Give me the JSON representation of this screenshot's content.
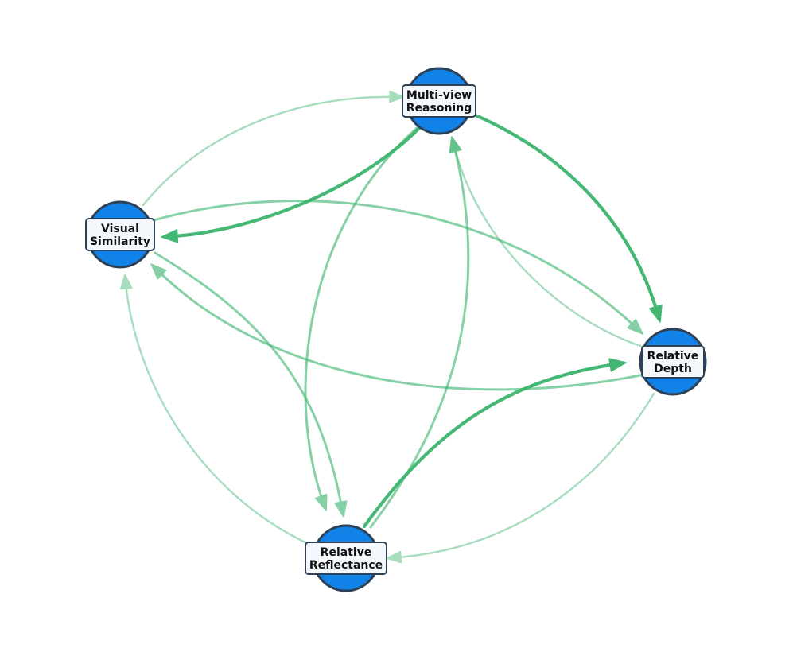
{
  "colors": {
    "node_fill": "#1183e8",
    "node_stroke": "#2c4157",
    "label_fill": "#f4f8fc",
    "edge": "#3cb46e"
  },
  "nodes": [
    {
      "id": "mv",
      "lines": [
        "Multi-view",
        "Reasoning"
      ]
    },
    {
      "id": "vs",
      "lines": [
        "Visual",
        "Similarity"
      ]
    },
    {
      "id": "rd",
      "lines": [
        "Relative",
        "Depth"
      ]
    },
    {
      "id": "rr",
      "lines": [
        "Relative",
        "Reflectance"
      ]
    }
  ],
  "edges": [
    {
      "from": "mv",
      "to": "rd",
      "strength": "strong"
    },
    {
      "from": "mv",
      "to": "vs",
      "strength": "strong"
    },
    {
      "from": "rr",
      "to": "rd",
      "strength": "strong"
    },
    {
      "from": "rd",
      "to": "rr",
      "strength": "weak"
    },
    {
      "from": "vs",
      "to": "mv",
      "strength": "weak"
    },
    {
      "from": "vs",
      "to": "rd",
      "strength": "medium"
    },
    {
      "from": "rd",
      "to": "vs",
      "strength": "medium"
    },
    {
      "from": "vs",
      "to": "rr",
      "strength": "medium"
    },
    {
      "from": "rr",
      "to": "vs",
      "strength": "weak"
    },
    {
      "from": "mv",
      "to": "rr",
      "strength": "medium"
    },
    {
      "from": "rr",
      "to": "mv",
      "strength": "medium"
    },
    {
      "from": "rd",
      "to": "mv",
      "strength": "weak"
    }
  ]
}
